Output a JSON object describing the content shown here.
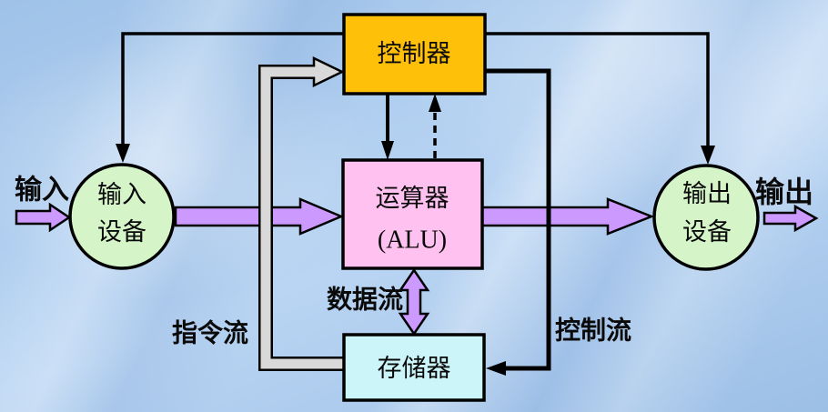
{
  "diagram": {
    "name": "computer-hardware-architecture-diagram",
    "blocks": {
      "controller": {
        "label": "控制器"
      },
      "alu": {
        "label_line1": "运算器",
        "label_line2": "(ALU)"
      },
      "memory": {
        "label": "存储器"
      },
      "input_device": {
        "label_line1": "输入",
        "label_line2": "设备"
      },
      "output_device": {
        "label_line1": "输出",
        "label_line2": "设备"
      }
    },
    "labels": {
      "input_external": "输入",
      "output_external": "输出",
      "instruction_flow": "指令流",
      "data_flow": "数据流",
      "control_flow": "控制流"
    },
    "colors": {
      "controller_fill": "#FFC00A",
      "alu_fill": "#FFC2F0",
      "memory_fill": "#CCF5FA",
      "device_fill": "#D5F5C9",
      "data_arrow_fill": "#CC99FF",
      "instruction_arrow_fill": "#D9D9D9",
      "line_color": "#000000"
    }
  }
}
